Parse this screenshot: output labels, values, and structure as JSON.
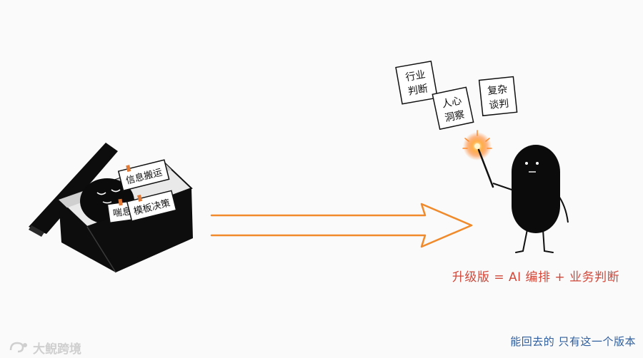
{
  "box_cards": {
    "card1": "信息搬运",
    "card2": "喘息",
    "card3": "模板决策"
  },
  "floating_cards": {
    "card1": [
      "行业",
      "判断"
    ],
    "card2": [
      "人心",
      "洞察"
    ],
    "card3": [
      "复杂",
      "谈判"
    ]
  },
  "caption": "升级版 = AI 编排 + 业务判断",
  "footer_note": "能回去的 只有这一个版本",
  "watermark": "大鲵跨境",
  "colors": {
    "arrow": "#f08a2a",
    "caption": "#d1483a",
    "footer": "#2f5e9e",
    "glow": "#ff7a1a"
  }
}
